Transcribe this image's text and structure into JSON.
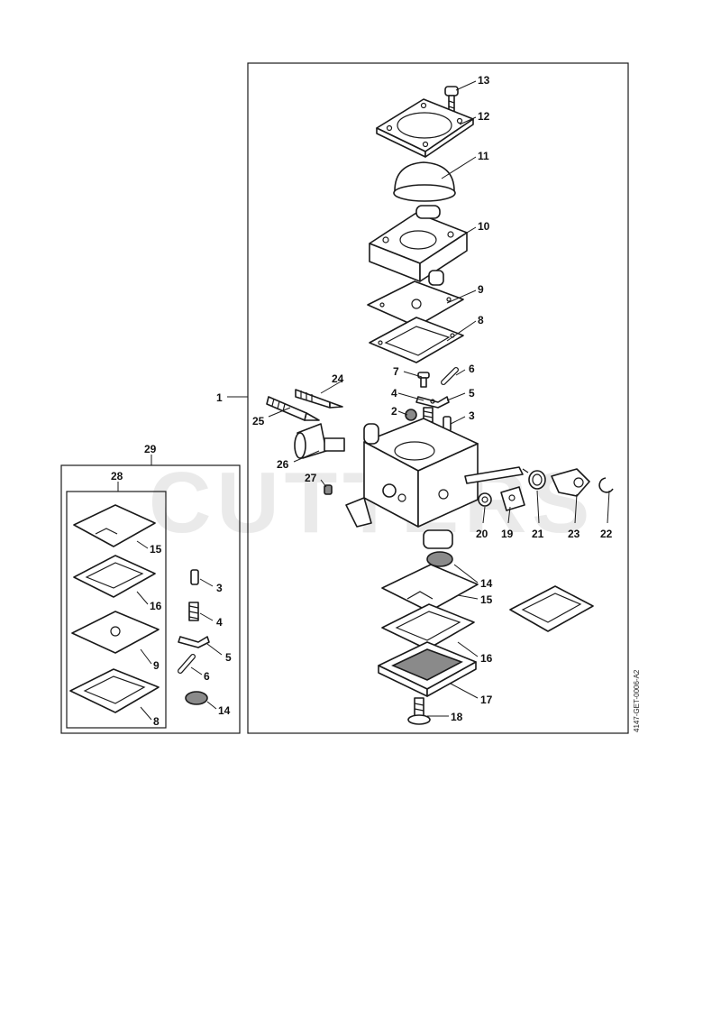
{
  "watermark": "CUTTERS",
  "doc_ref": "4147-GET-0006-A2",
  "callouts": {
    "c1": "1",
    "c2": "2",
    "c3": "3",
    "c4": "4",
    "c5": "5",
    "c6": "6",
    "c7": "7",
    "c8": "8",
    "c9": "9",
    "c10": "10",
    "c11": "11",
    "c12": "12",
    "c13": "13",
    "c14": "14",
    "c15": "15",
    "c16": "16",
    "c17": "17",
    "c18": "18",
    "c19": "19",
    "c20": "20",
    "c21": "21",
    "c22": "22",
    "c23": "23",
    "c24": "24",
    "c25": "25",
    "c26": "26",
    "c27": "27",
    "k3": "3",
    "k4": "4",
    "k5": "5",
    "k6": "6",
    "k8": "8",
    "k9": "9",
    "k14": "14",
    "k15": "15",
    "k16": "16",
    "k28": "28",
    "k29": "29"
  }
}
